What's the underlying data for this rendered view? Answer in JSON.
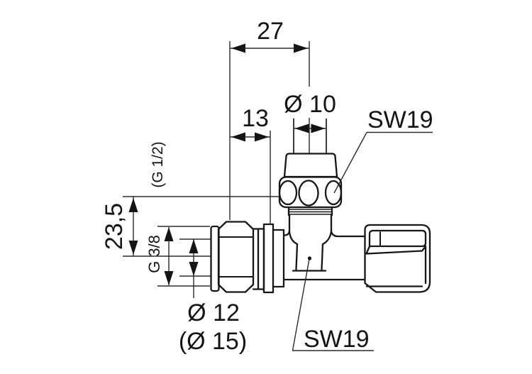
{
  "drawing": {
    "type": "technical-dimension-drawing",
    "subject": "angle valve side view",
    "colors": {
      "ink": "#141414",
      "outline": "#161616",
      "background": "#ffffff"
    },
    "labels": {
      "dim_width_top": "27",
      "dim_width_nut": "13",
      "dim_dia_spindle": "Ø 10",
      "wrench_size_top": "SW19",
      "wrench_size_bottom": "SW19",
      "thread_top": "(G 1/2)",
      "dim_height_offset": "23,5",
      "thread_inlet": "G 3/8",
      "dim_dia_inlet": "Ø 12",
      "dim_dia_inlet_alt": "(Ø 15)"
    }
  }
}
